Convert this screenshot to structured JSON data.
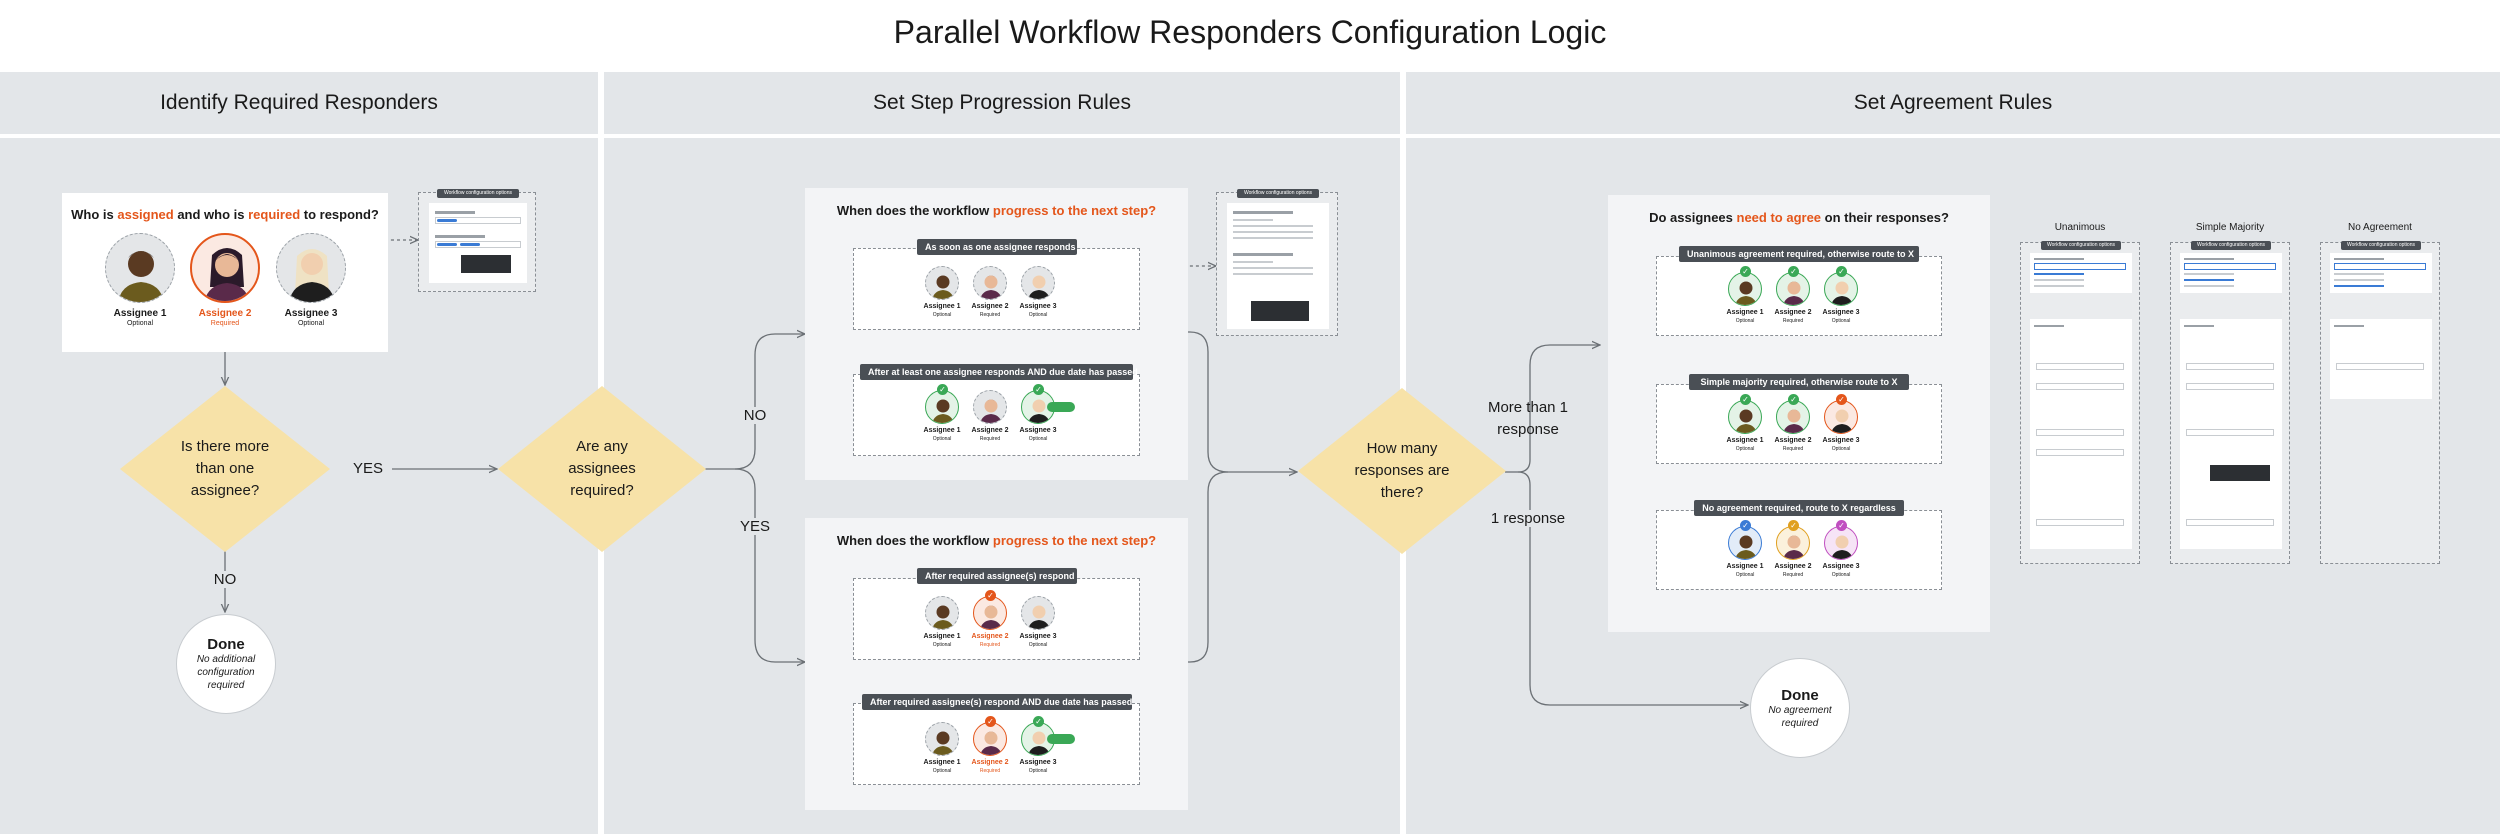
{
  "title": "Parallel Workflow Responders Configuration Logic",
  "columns": [
    {
      "header": "Identify Required Responders"
    },
    {
      "header": "Set Step Progression Rules"
    },
    {
      "header": "Set Agreement Rules"
    }
  ],
  "identify": {
    "question_parts": [
      "Who is ",
      "assigned",
      " and who is ",
      "required",
      " to respond?"
    ],
    "assignees": [
      {
        "name": "Assignee 1",
        "status": "Optional"
      },
      {
        "name": "Assignee 2",
        "status": "Required"
      },
      {
        "name": "Assignee 3",
        "status": "Optional"
      }
    ],
    "config_panel_title": "Workflow configuration options"
  },
  "flow": {
    "decision_more_than_one": "Is there more than one assignee?",
    "decision_required": "Are any assignees required?",
    "decision_how_many": "How many responses are there?",
    "yes_label": "YES",
    "no_label": "NO",
    "more_than_one_label": "More than 1 response",
    "one_response_label": "1 response",
    "done_1_title": "Done",
    "done_1_sub": "No additional configuration required",
    "done_2_title": "Done",
    "done_2_sub": "No agreement required"
  },
  "progression": {
    "q_parts": [
      "When does the workflow ",
      "progress to the next step?"
    ],
    "no_card": {
      "options": [
        "As soon as one assignee responds",
        "After at least one assignee responds AND due date has passed"
      ]
    },
    "yes_card": {
      "options": [
        "After required assignee(s) respond",
        "After required assignee(s) respond AND due date has passed"
      ]
    },
    "config_panel_title": "Workflow configuration options"
  },
  "agreement": {
    "q_parts": [
      "Do assignees ",
      "need to agree",
      " on their responses?"
    ],
    "options": [
      "Unanimous agreement required, otherwise route to X",
      "Simple majority required, otherwise route to X",
      "No agreement required, route to X regardless"
    ],
    "panels": [
      {
        "label": "Unanimous",
        "head": "Workflow configuration options"
      },
      {
        "label": "Simple Majority",
        "head": "Workflow configuration options"
      },
      {
        "label": "No Agreement",
        "head": "Workflow configuration options"
      }
    ]
  },
  "colors": {
    "accent_orange": "#e4561b",
    "decision_fill": "#f7e2a8",
    "check_green": "#3aa856",
    "pill_dark": "#4a4f55",
    "column_bg": "#e3e6e9"
  }
}
